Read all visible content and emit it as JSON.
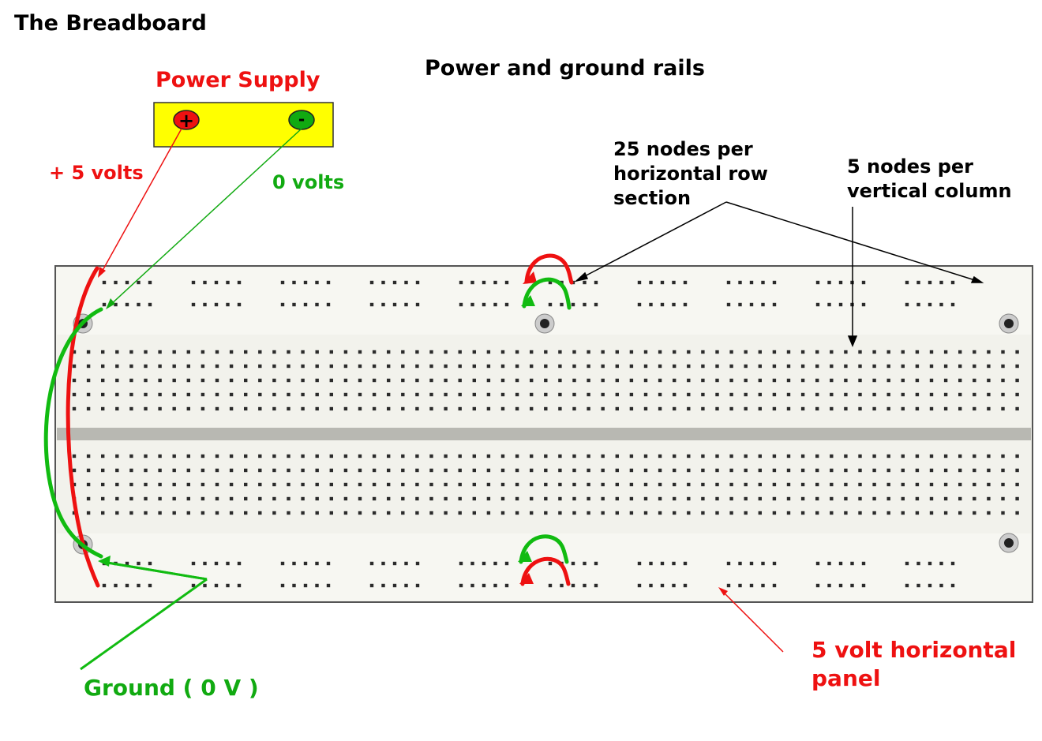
{
  "title": "The Breadboard",
  "subtitle": "Power and ground rails",
  "power_supply": {
    "label": "Power Supply",
    "positive_symbol": "+",
    "negative_symbol": "-",
    "body_color": "#ffff00",
    "positive_color": "#ee1111",
    "negative_color": "#11aa11"
  },
  "labels": {
    "plus_5_volts": "+ 5 volts",
    "zero_volts": "0 volts",
    "nodes_per_row": [
      "25 nodes per",
      "horizontal row",
      "section"
    ],
    "nodes_per_column": [
      "5 nodes per",
      "vertical column"
    ],
    "ground": "Ground ( 0 V )",
    "five_volt_panel": [
      "5 volt horizontal",
      "panel"
    ]
  },
  "colors": {
    "positive_wire": "#ee1111",
    "ground_wire": "#11bb11",
    "board": "#f2f2ec",
    "board_border": "#555555",
    "hole": "#2b2b2b",
    "channel": "#b8b8b2"
  }
}
